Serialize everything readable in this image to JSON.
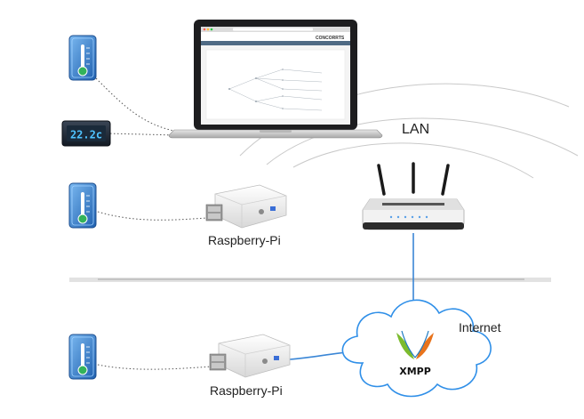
{
  "labels": {
    "lan": "LAN",
    "internet": "Internet",
    "raspberry_pi_top": "Raspberry-Pi",
    "raspberry_pi_bottom": "Raspberry-Pi",
    "xmpp": "XMPP",
    "lcd_reading": "22.2c",
    "browser_brand": "CONCORRTS"
  },
  "icons": {
    "thermometer": "thermometer-icon",
    "lcd": "lcd-display-icon",
    "laptop": "laptop-icon",
    "raspberry_pi": "raspberry-pi-case-icon",
    "router": "wifi-router-icon",
    "cloud": "cloud-icon",
    "xmpp_logo": "xmpp-logo-icon"
  },
  "colors": {
    "thermometer_blue": "#3a7fd0",
    "thermometer_green": "#33b35a",
    "lcd_text": "#4fc3ff",
    "cloud_stroke": "#2f8fe8",
    "link_line": "#3a86d6",
    "xmpp_orange": "#e8731c",
    "xmpp_green": "#7cbb2e"
  }
}
